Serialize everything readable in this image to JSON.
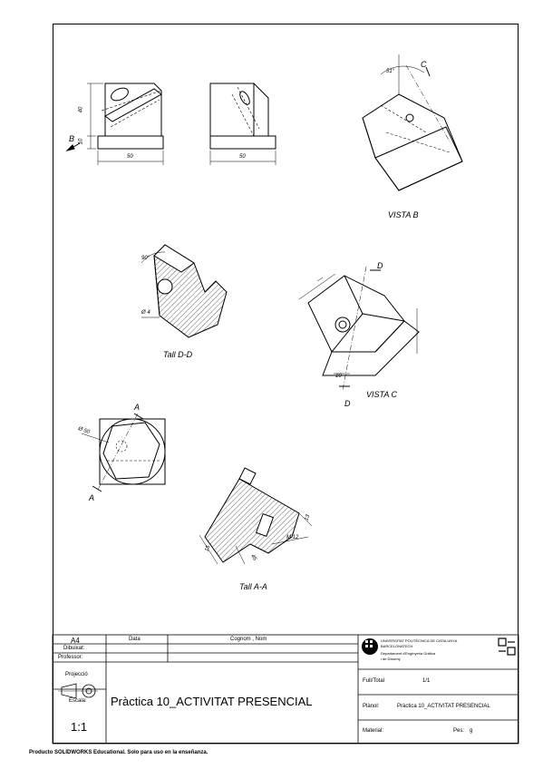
{
  "views": {
    "front_dims": {
      "h40": "40",
      "h10": "10",
      "w50": "50"
    },
    "side_dims": {
      "w50": "50"
    },
    "arrow_b": "B",
    "vista_b": {
      "label": "VISTA B",
      "angle": "51°",
      "arrow": "C"
    },
    "tall_dd": {
      "label": "Tall D-D",
      "angle": "90°",
      "dia": "Ø 4"
    },
    "vista_c": {
      "label": "VISTA C",
      "arrow_top": "D",
      "arrow_bottom": "D",
      "dim10": "10"
    },
    "circle_view": {
      "dia": "Ø 50",
      "arrow_top": "A",
      "arrow_bottom": "A"
    },
    "tall_aa": {
      "label": "Tall A-A",
      "d13": "13",
      "m12": "M 12",
      "d15": "15",
      "d45": "45"
    }
  },
  "title_block": {
    "format": "A4",
    "date_header": "Data",
    "name_header": "Cognom , Nom",
    "dibuixat": "Dibuixat:",
    "professor": "Professor:",
    "projeccio": "Projecció",
    "escala_label": "Escala:",
    "escala_value": "1:1",
    "title": "Pràctica 10_ACTIVITAT PRESENCIAL",
    "university_line1": "UNIVERSITAT POLITÈCNICA DE CATALUNYA",
    "university_line2": "BARCELONATECH",
    "department_line1": "Departament d'Enginyeria Gràfica",
    "department_line2": "i de Disseny",
    "full_total_label": "Full/Total",
    "full_total_value": "1/1",
    "planol_label": "Plànol:",
    "planol_value": "Pràctica 10_ACTIVITAT PRESENCIAL",
    "material_label": "Material:",
    "pes_label": "Pes:",
    "pes_value": "g",
    "upc_logo": "UPC",
    "etseib_logo": "ETSEIB"
  },
  "footer": "Producto SOLIDWORKS Educational. Solo para uso en la enseñanza."
}
